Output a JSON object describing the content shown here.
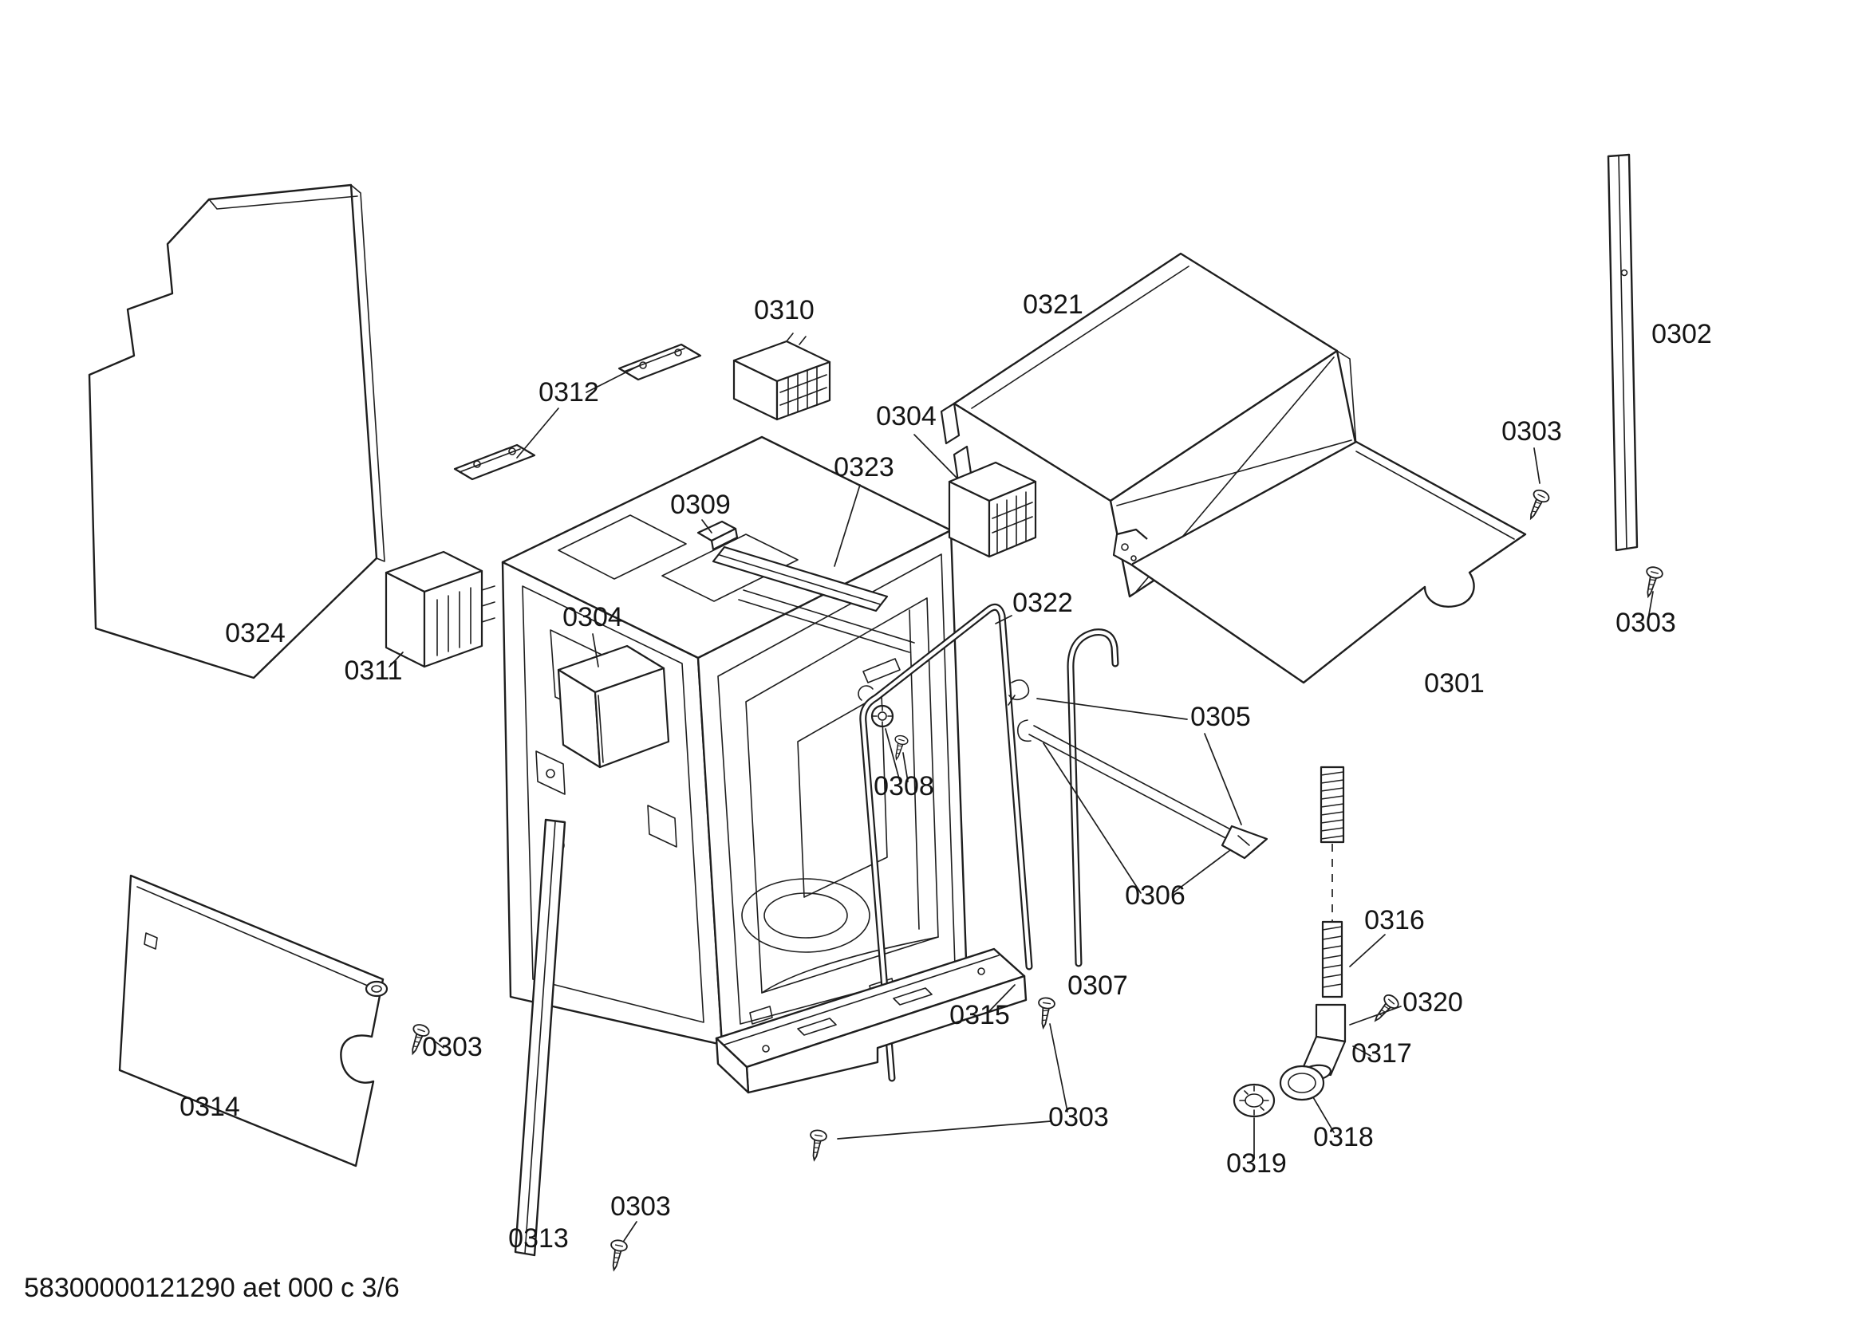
{
  "meta": {
    "background_color": "#ffffff",
    "line_color": "#1e1e1e",
    "diagram_kind": "exploded-parts-diagram"
  },
  "footer": {
    "doc_code": "58300000121290 aet 000 c 3/6"
  },
  "labels": {
    "p0301": "0301",
    "p0302": "0302",
    "p0303": "0303",
    "p0304": "0304",
    "p0305": "0305",
    "p0306": "0306",
    "p0307": "0307",
    "p0308": "0308",
    "p0309": "0309",
    "p0310": "0310",
    "p0311": "0311",
    "p0312": "0312",
    "p0313": "0313",
    "p0314": "0314",
    "p0315": "0315",
    "p0316": "0316",
    "p0317": "0317",
    "p0318": "0318",
    "p0319": "0319",
    "p0320": "0320",
    "p0321": "0321",
    "p0322": "0322",
    "p0323": "0323",
    "p0324": "0324"
  }
}
